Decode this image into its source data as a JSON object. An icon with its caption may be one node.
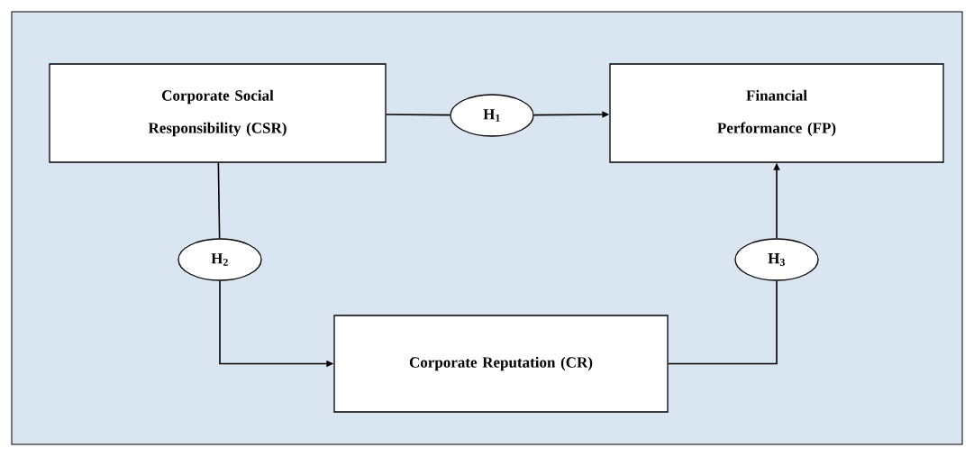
{
  "diagram": {
    "nodes": [
      {
        "text": [
          "Corporate Social Responsibility (CSR)"
        ]
      },
      {
        "text": [
          "H$_{1}$"
        ]
      },
      {
        "text": [
          "Financial Performance (FP)"
        ]
      },
      {
        "text": [
          "H$_{2}$"
        ]
      },
      {
        "text": [
          "H$_{3}$"
        ]
      },
      {
        "text": [
          "Corporate Reputation (CR)"
        ]
      }
    ],
    "edges": [
      {
        "from": 0,
        "to": 1,
        "arrow": "none"
      },
      {
        "from": 1,
        "to": 2,
        "arrow": "to"
      },
      {
        "from": 0,
        "to": 3,
        "arrow": "none"
      },
      {
        "from": 3,
        "to": 5,
        "arrow": "to"
      },
      {
        "from": 5,
        "to": 4,
        "arrow": "none"
      },
      {
        "from": 4,
        "to": 2,
        "arrow": "to"
      }
    ]
  }
}
